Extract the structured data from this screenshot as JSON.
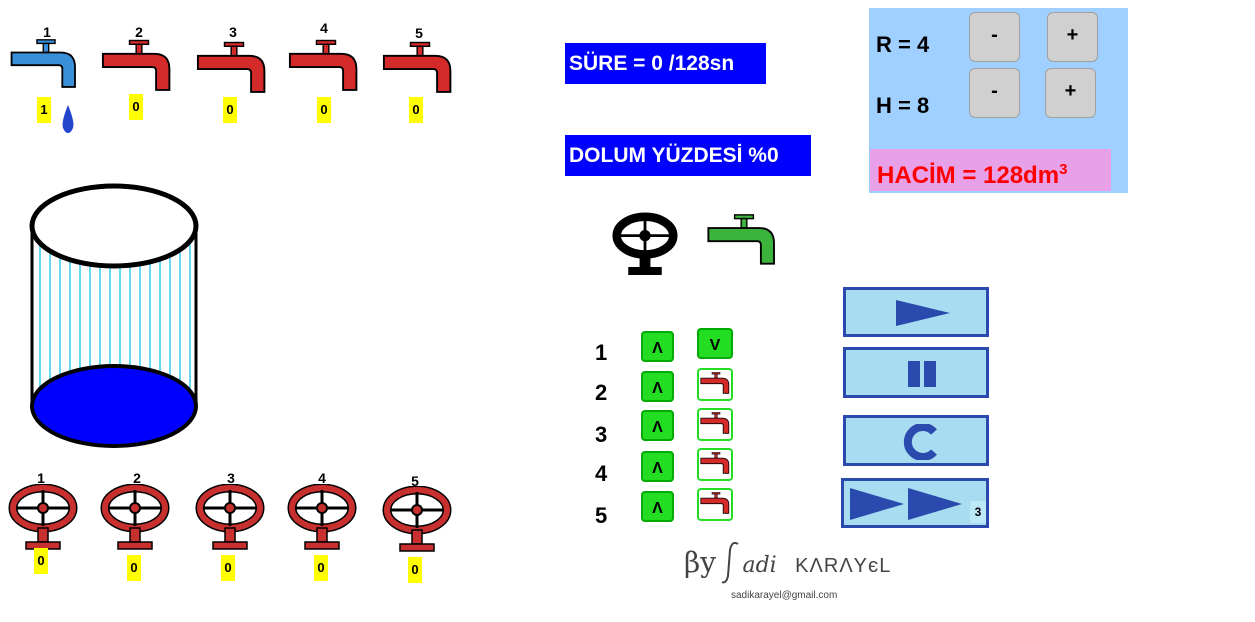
{
  "top_taps": [
    {
      "number": "1",
      "count": "1",
      "color": "#3a8fd9",
      "active": true
    },
    {
      "number": "2",
      "count": "0",
      "color": "#d42a2a",
      "active": false
    },
    {
      "number": "3",
      "count": "0",
      "color": "#d42a2a",
      "active": false
    },
    {
      "number": "4",
      "count": "0",
      "color": "#d42a2a",
      "active": false
    },
    {
      "number": "5",
      "count": "0",
      "color": "#d42a2a",
      "active": false
    }
  ],
  "bottom_valves": [
    {
      "number": "1",
      "count": "0"
    },
    {
      "number": "2",
      "count": "0"
    },
    {
      "number": "3",
      "count": "0"
    },
    {
      "number": "4",
      "count": "0"
    },
    {
      "number": "5",
      "count": "0"
    }
  ],
  "status": {
    "time_label": "SÜRE = 0  /128sn",
    "fill_label": "DOLUM YÜZDESİ %0"
  },
  "params": {
    "r_label": "R = 4",
    "h_label": "H = 8",
    "minus": "-",
    "plus": "+",
    "volume_prefix": "HACİM = 128dm",
    "volume_exp": "3"
  },
  "rows": [
    {
      "num": "1",
      "up": "Λ",
      "down": "V"
    },
    {
      "num": "2",
      "up": "Λ"
    },
    {
      "num": "3",
      "up": "Λ"
    },
    {
      "num": "4",
      "up": "Λ"
    },
    {
      "num": "5",
      "up": "Λ"
    }
  ],
  "controls": {
    "speed_value": "3"
  },
  "footer": {
    "by": "βy",
    "sadi": "adi",
    "surname": "KΛRΛYєL",
    "email": "sadikarayel@gmail.com"
  },
  "colors": {
    "red_tap": "#d42a2a",
    "blue_tap": "#3a8fd9",
    "green_tap": "#3cb43c",
    "water": "#0000ff",
    "stripe": "#33ccee",
    "panel_bg": "#9fd0ff",
    "volume_bg": "#e8a0e8",
    "volume_text": "#ff0000"
  }
}
